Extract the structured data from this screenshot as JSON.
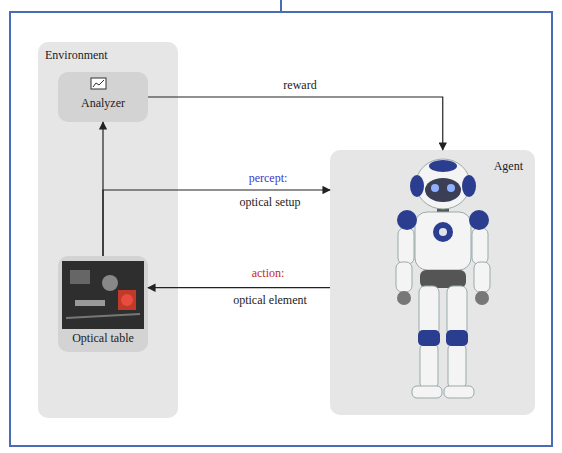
{
  "diagram": {
    "nodes": [
      {
        "text": [
          "Environment"
        ]
      },
      {
        "text": [
          "Analyzer"
        ],
        "in": 0
      },
      {
        "text": [
          "Optical table"
        ],
        "in": 0
      },
      {
        "text": [
          "Agent"
        ]
      }
    ],
    "edges": [
      {
        "from": 1,
        "to": 3,
        "label": "reward",
        "arrow": "to"
      },
      {
        "from": 2,
        "to": 1,
        "arrow": "to"
      },
      {
        "from": 2,
        "to": 3,
        "label": "percept:",
        "arrow": "to"
      },
      {
        "from": 3,
        "to": 2,
        "label": "action:",
        "arrow": "to"
      }
    ],
    "labels": [
      "optical setup",
      "optical element"
    ]
  }
}
